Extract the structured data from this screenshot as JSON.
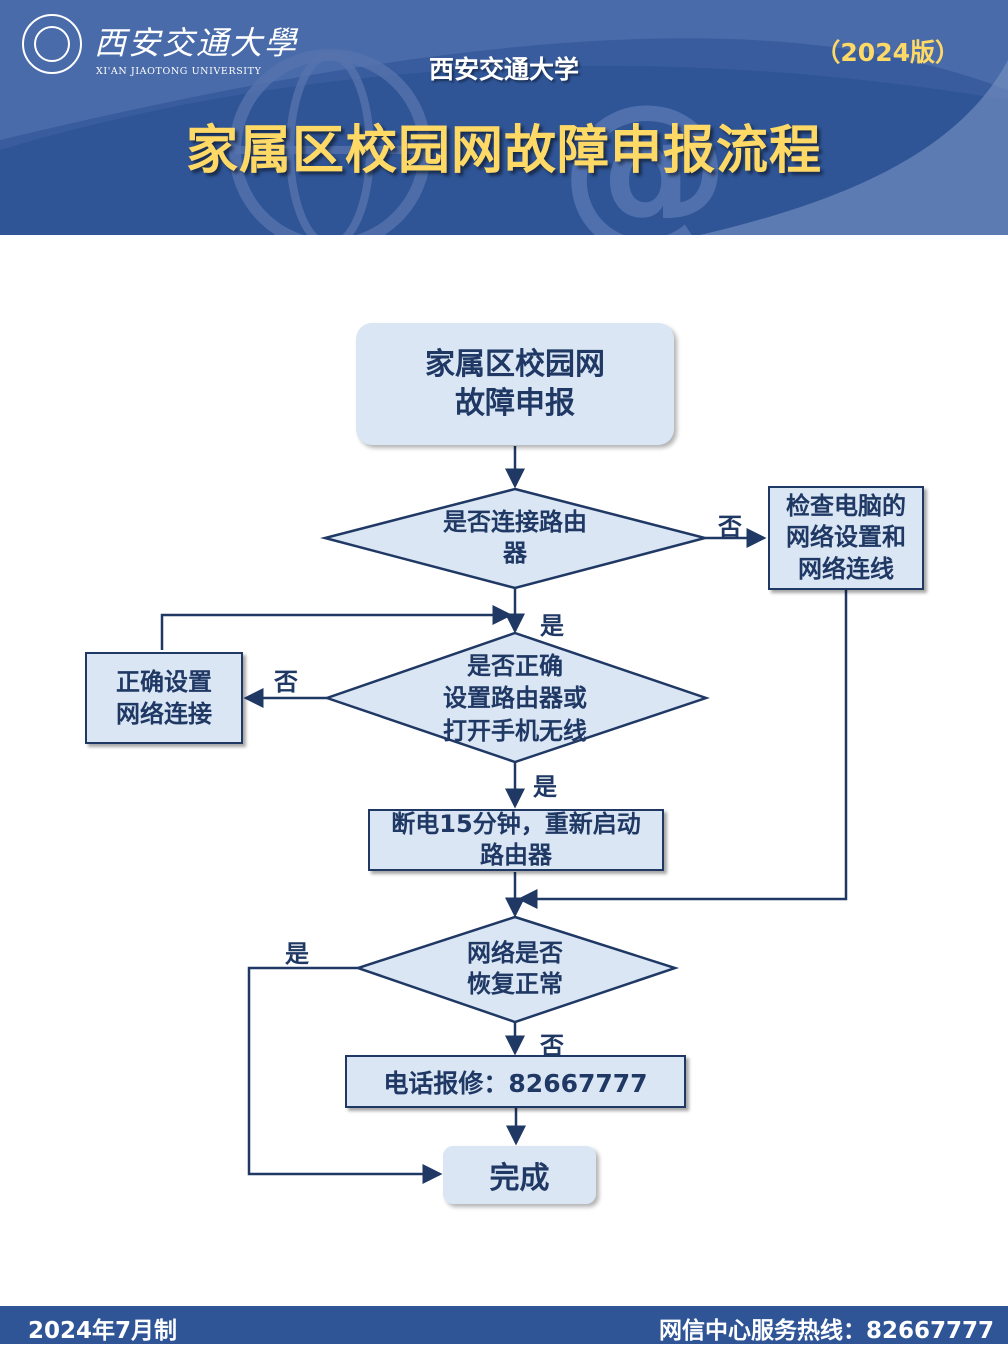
{
  "header": {
    "logo_cn": "西安交通大學",
    "logo_en": "XI'AN JIAOTONG UNIVERSITY",
    "university_name": "西安交通大学",
    "version": "（2024版）",
    "title": "家属区校园网故障申报流程"
  },
  "flowchart": {
    "start": {
      "line1": "家属区校园网",
      "line2": "故障申报"
    },
    "decision_router": {
      "line1": "是否连接路由",
      "line2": "器"
    },
    "check_computer": {
      "line1": "检查电脑的",
      "line2": "网络设置和",
      "line3": "网络连线"
    },
    "decision_setup": {
      "line1": "是否正确",
      "line2": "设置路由器或",
      "line3": "打开手机无线"
    },
    "fix_setup": {
      "line1": "正确设置",
      "line2": "网络连接"
    },
    "restart": {
      "line1": "断电15分钟，重新启动",
      "line2": "路由器"
    },
    "decision_restore": {
      "line1": "网络是否",
      "line2": "恢复正常"
    },
    "phone_report": {
      "text": "电话报修：82667777"
    },
    "end": {
      "text": "完成"
    },
    "labels": {
      "yes": "是",
      "no": "否"
    }
  },
  "footer": {
    "date": "2024年7月制",
    "hotline": "网信中心服务热线：82667777"
  },
  "colors": {
    "header_blue": "#2f5597",
    "title_yellow": "#ffd966",
    "node_fill": "#dae6f4",
    "node_border": "#1f3864"
  }
}
